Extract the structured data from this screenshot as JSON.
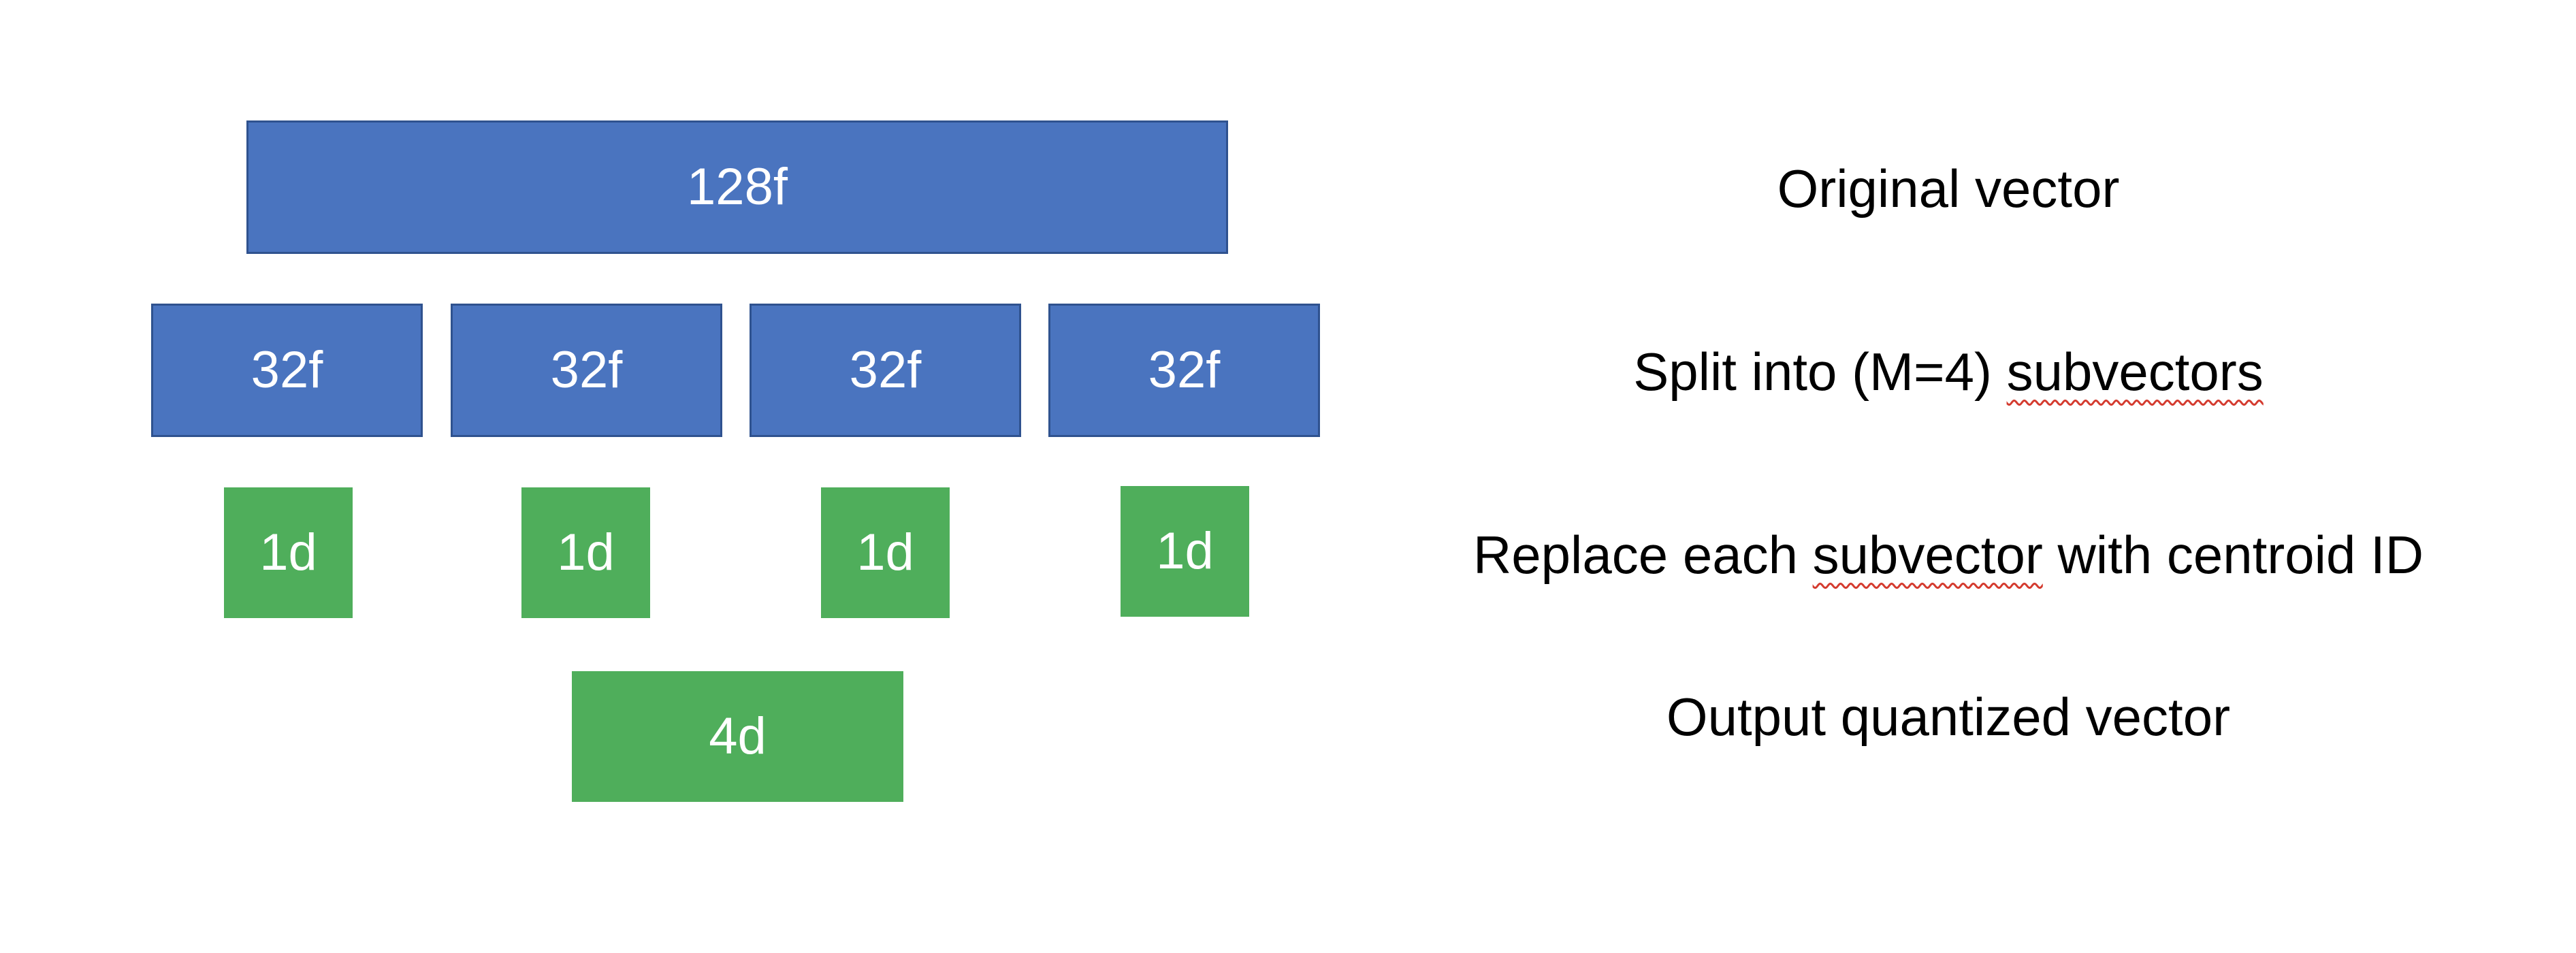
{
  "diagram": {
    "original": {
      "label": "128f"
    },
    "subvectors": [
      {
        "label": "32f"
      },
      {
        "label": "32f"
      },
      {
        "label": "32f"
      },
      {
        "label": "32f"
      }
    ],
    "centroid_ids": [
      {
        "label": "1d"
      },
      {
        "label": "1d"
      },
      {
        "label": "1d"
      },
      {
        "label": "1d"
      }
    ],
    "output": {
      "label": "4d"
    }
  },
  "captions": {
    "row1": "Original vector",
    "row2_prefix": "Split into (M=4) ",
    "row2_underlined": "subvectors",
    "row3_prefix": "Replace each ",
    "row3_underlined": "subvector",
    "row3_suffix": " with centroid ID",
    "row4": "Output quantized vector"
  },
  "colors": {
    "vector_fill": "#4a74bf",
    "vector_border": "#2f528f",
    "code_fill": "#4fae5b",
    "text_on_box": "#ffffff",
    "spellcheck_underline": "#d43b2f"
  }
}
